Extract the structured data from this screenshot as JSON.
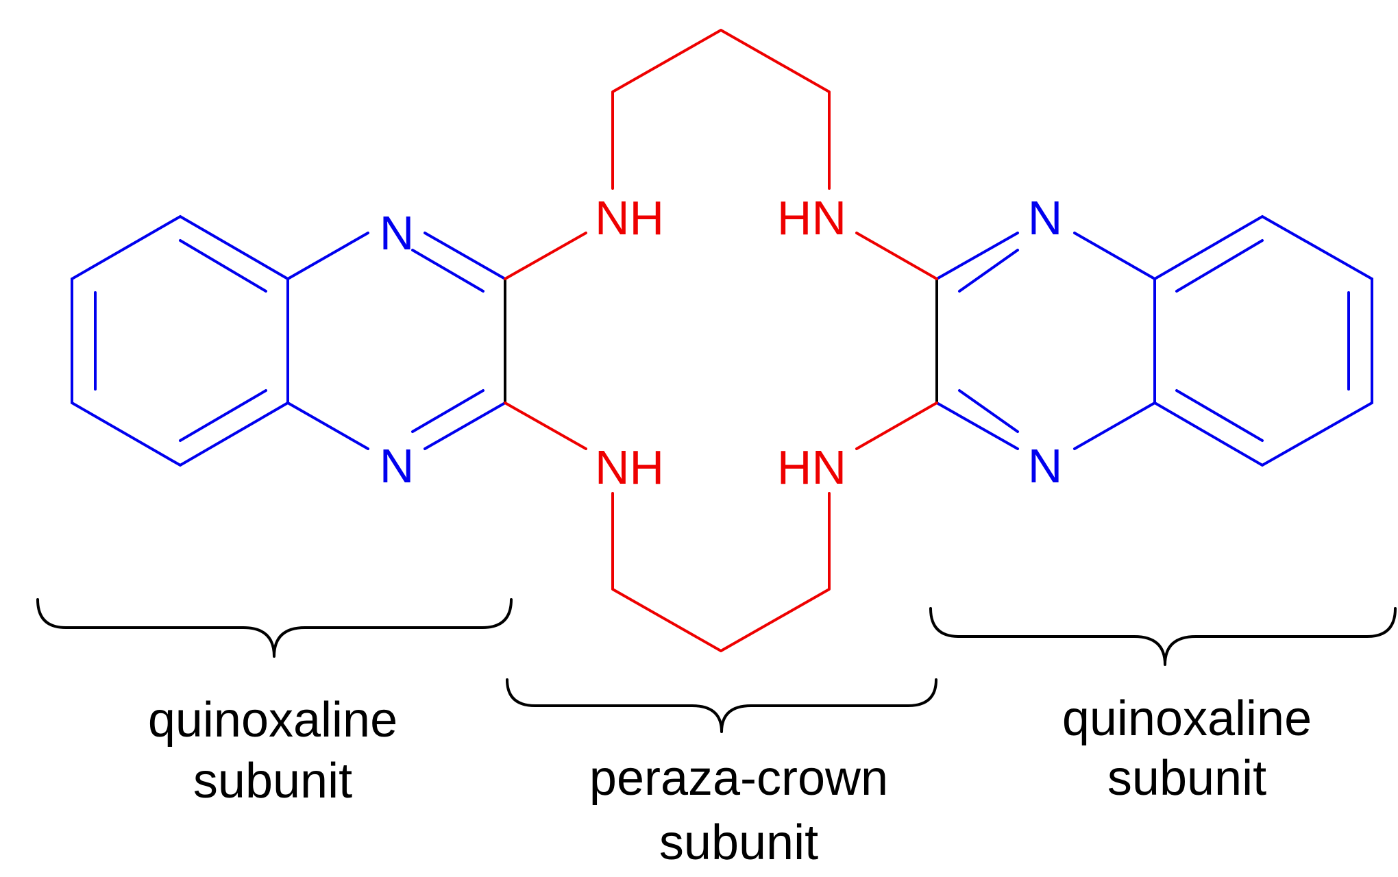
{
  "colors": {
    "quinoxaline": "#0000ee",
    "crown": "#ee0000",
    "bond_neutral": "#000000",
    "caption": "#000000",
    "background": "#ffffff"
  },
  "atoms": {
    "left_n_top": "N",
    "left_n_bottom": "N",
    "left_nh_top": "NH",
    "left_nh_bottom": "NH",
    "right_hn_top": "HN",
    "right_hn_bottom": "HN",
    "right_n_top": "N",
    "right_n_bottom": "N"
  },
  "labels": {
    "left": {
      "line1": "quinoxaline",
      "line2": "subunit"
    },
    "center": {
      "line1": "peraza-crown",
      "line2": "subunit"
    },
    "right": {
      "line1": "quinoxaline",
      "line2": "subunit"
    }
  }
}
